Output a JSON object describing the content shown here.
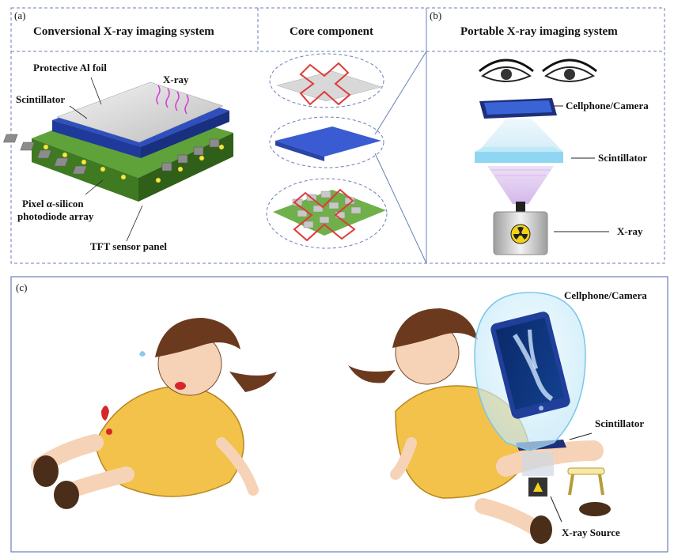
{
  "panel_a": {
    "tag": "(a)",
    "title_left": "Conversional X-ray imaging system",
    "title_right": "Core component",
    "labels": {
      "al_foil": "Protective Al foil",
      "xray": "X-ray",
      "scintillator": "Scintillator",
      "photodiode_line1": "Pixel α-silicon",
      "photodiode_line2": "photodiode array",
      "tft": "TFT sensor panel"
    }
  },
  "panel_b": {
    "tag": "(b)",
    "title": "Portable X-ray imaging system",
    "labels": {
      "camera": "Cellphone/Camera",
      "scintillator": "Scintillator",
      "xray": "X-ray"
    }
  },
  "panel_c": {
    "tag": "(c)",
    "labels": {
      "camera": "Cellphone/Camera",
      "scintillator": "Scintillator",
      "source": "X-ray Source"
    }
  },
  "colors": {
    "frame": "#6a7fb8",
    "dashed": "#6a7fb8",
    "scintillator_blue": "#2f4fbf",
    "panel_green": "#4a8f2a",
    "cross_red": "#e03a3a",
    "dress": "#f2c24a",
    "hair": "#6b3a1e"
  }
}
